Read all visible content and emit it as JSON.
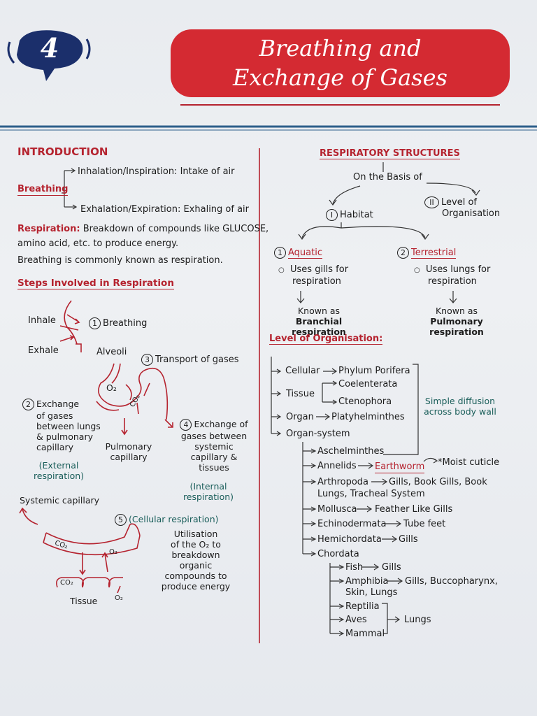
{
  "header": {
    "chapter_number": "4",
    "title_line1": "Breathing and",
    "title_line2": "Exchange of Gases"
  },
  "intro": {
    "heading": "INTRODUCTION",
    "breathing_label": "Breathing",
    "inhalation": "Inhalation/Inspiration: Intake of air",
    "exhalation": "Exhalation/Expiration: Exhaling of air",
    "respiration_term": "Respiration:",
    "respiration_line1": " Breakdown of compounds like GLUCOSE,",
    "respiration_line2": "amino acid, etc. to produce energy.",
    "common_note": "Breathing is commonly known as respiration."
  },
  "steps": {
    "heading": "Steps Involved in Respiration",
    "inhale": "Inhale",
    "exhale": "Exhale",
    "step1_num": "1",
    "step1": "Breathing",
    "alveoli": "Alveoli",
    "step3_num": "3",
    "step3": "Transport of gases",
    "o2": "O₂",
    "co2": "CO₂",
    "step2_num": "2",
    "step2_lines": [
      "Exchange",
      "of gases",
      "between lungs",
      "& pulmonary",
      "capillary"
    ],
    "external": [
      "(External",
      "respiration)"
    ],
    "pulmonary_capillary": [
      "Pulmonary",
      "capillary"
    ],
    "step4_num": "4",
    "step4_lines": [
      "Exchange of",
      "gases between",
      "systemic",
      "capillary &",
      "tissues"
    ],
    "internal": [
      "(Internal",
      "respiration)"
    ],
    "systemic_capillary": "Systemic capillary",
    "step5_num": "5",
    "step5": "(Cellular respiration)",
    "utilisation_lines": [
      "Utilisation",
      "of the O₂ to",
      "breakdown",
      "organic",
      "compounds to",
      "produce energy"
    ],
    "tissue": "Tissue"
  },
  "respiratory": {
    "heading": "RESPIRATORY STRUCTURES",
    "basis": "On the Basis of",
    "habitat_num": "I",
    "habitat": "Habitat",
    "level_num": "II",
    "level_line1": "Level of",
    "level_line2": "Organisation",
    "aquatic_num": "1",
    "aquatic": "Aquatic",
    "aquatic_use": [
      "Uses gills for",
      "respiration"
    ],
    "aquatic_known_prefix": "Known as ",
    "aquatic_known_term": "Branchial",
    "aquatic_known_suffix": "respiration",
    "terrestrial_num": "2",
    "terrestrial": "Terrestrial",
    "terrestrial_use": [
      "Uses lungs for",
      "respiration"
    ],
    "terrestrial_known_prefix": "Known as ",
    "terrestrial_known_term": "Pulmonary",
    "terrestrial_known_suffix": "respiration"
  },
  "levels": {
    "heading": "Level of Organisation:",
    "cellular": "Cellular",
    "cellular_eg": "Phylum Porifera",
    "tissue": "Tissue",
    "coelenterata": "Coelenterata",
    "ctenophora": "Ctenophora",
    "organ": "Organ",
    "organ_eg": "Platyhelminthes",
    "organ_system": "Organ-system",
    "diffusion": [
      "Simple diffusion",
      "across body wall"
    ],
    "aschelminthes": "Aschelminthes",
    "annelids": "Annelids",
    "earthworm": "Earthworm",
    "moist": "*Moist cuticle",
    "arthropoda": "Arthropoda",
    "arthropoda_eg1": "Gills, Book Gills, Book",
    "arthropoda_eg2": "Lungs, Tracheal System",
    "mollusca": "Mollusca",
    "mollusca_eg": "Feather Like Gills",
    "echinodermata": "Echinodermata",
    "echino_eg": "Tube feet",
    "hemichordata": "Hemichordata",
    "hemi_eg": "Gills",
    "chordata": "Chordata",
    "fish": "Fish",
    "fish_eg": "Gills",
    "amphibia": "Amphibia",
    "amphibia_eg1": "Gills, Buccopharynx,",
    "amphibia_eg2": "Skin, Lungs",
    "reptilia": "Reptilia",
    "aves": "Aves",
    "mammal": "Mammal",
    "lungs": "Lungs"
  },
  "colors": {
    "accent_red": "#b5232f",
    "banner_red": "#d42a32",
    "navy": "#1b2f6b",
    "rule_blue": "#2d5f8a"
  }
}
